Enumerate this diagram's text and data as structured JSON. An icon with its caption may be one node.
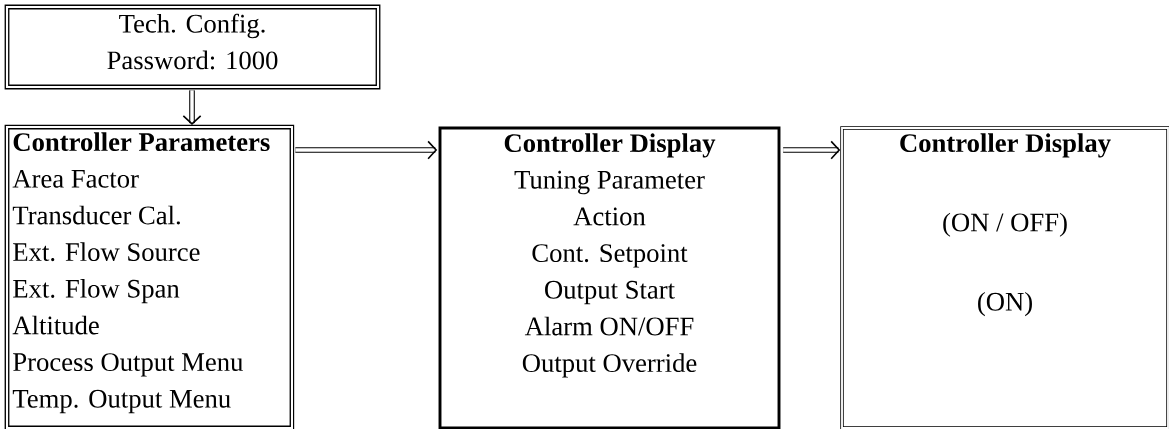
{
  "diagram": {
    "nodes": [
      {
        "text": [
          "Tech. Config.",
          "Password: 1000"
        ]
      },
      {
        "text": [
          "Controller Parameters",
          "Area Factor",
          "Transducer Cal.",
          "Ext. Flow Source",
          "Ext. Flow Span",
          "Altitude",
          "Process Output Menu",
          "Temp. Output Menu"
        ]
      },
      {
        "text": [
          "Controller Display",
          "Tuning Parameter",
          "Action",
          "Cont. Setpoint",
          "Output Start",
          "Alarm ON/OFF",
          "Output Override"
        ]
      },
      {
        "text": [
          "Controller Display",
          "(ON / OFF)",
          "(ON)"
        ]
      }
    ],
    "edges": [
      {
        "from": 0,
        "to": 1,
        "arrow": "to"
      },
      {
        "from": 1,
        "to": 2,
        "arrow": "to"
      },
      {
        "from": 2,
        "to": 3,
        "arrow": "to"
      }
    ]
  }
}
